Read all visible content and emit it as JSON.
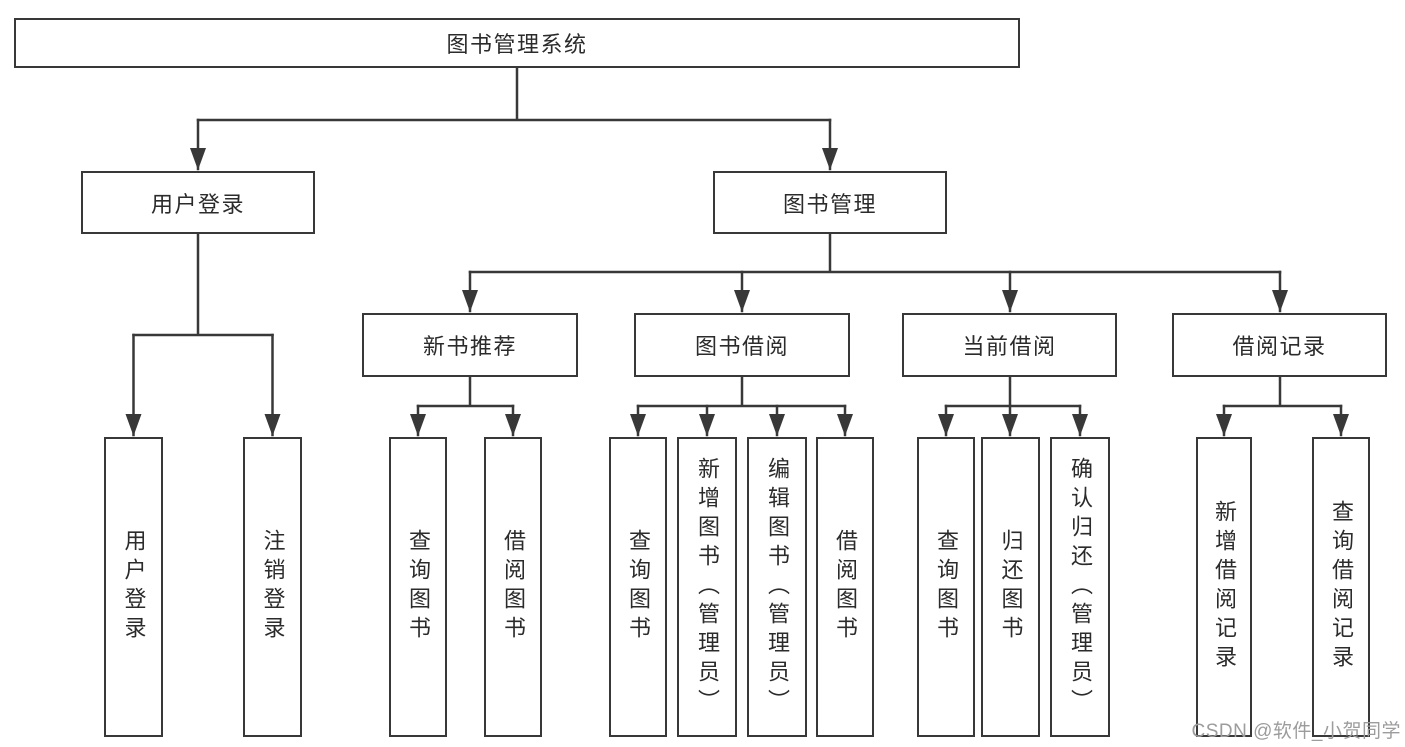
{
  "diagram": {
    "root": {
      "label": "图书管理系统"
    },
    "level2": [
      {
        "label": "用户登录",
        "children": [
          {
            "label": "用户登录"
          },
          {
            "label": "注销登录"
          }
        ]
      },
      {
        "label": "图书管理",
        "children": [
          {
            "label": "新书推荐",
            "children": [
              {
                "label": "查询图书"
              },
              {
                "label": "借阅图书"
              }
            ]
          },
          {
            "label": "图书借阅",
            "children": [
              {
                "label": "查询图书"
              },
              {
                "label": "新增图书（管理员）"
              },
              {
                "label": "编辑图书（管理员）"
              },
              {
                "label": "借阅图书"
              }
            ]
          },
          {
            "label": "当前借阅",
            "children": [
              {
                "label": "查询图书"
              },
              {
                "label": "归还图书"
              },
              {
                "label": "确认归还（管理员）"
              }
            ]
          },
          {
            "label": "借阅记录",
            "children": [
              {
                "label": "新增借阅记录"
              },
              {
                "label": "查询借阅记录"
              }
            ]
          }
        ]
      }
    ]
  },
  "watermark": {
    "text": "CSDN @软件_小贺同学"
  },
  "colors": {
    "line": "#383838",
    "text": "#2b2b2b",
    "box_bg": "#ffffff",
    "page_bg": "#ffffff",
    "watermark": "#9c9c9c"
  }
}
